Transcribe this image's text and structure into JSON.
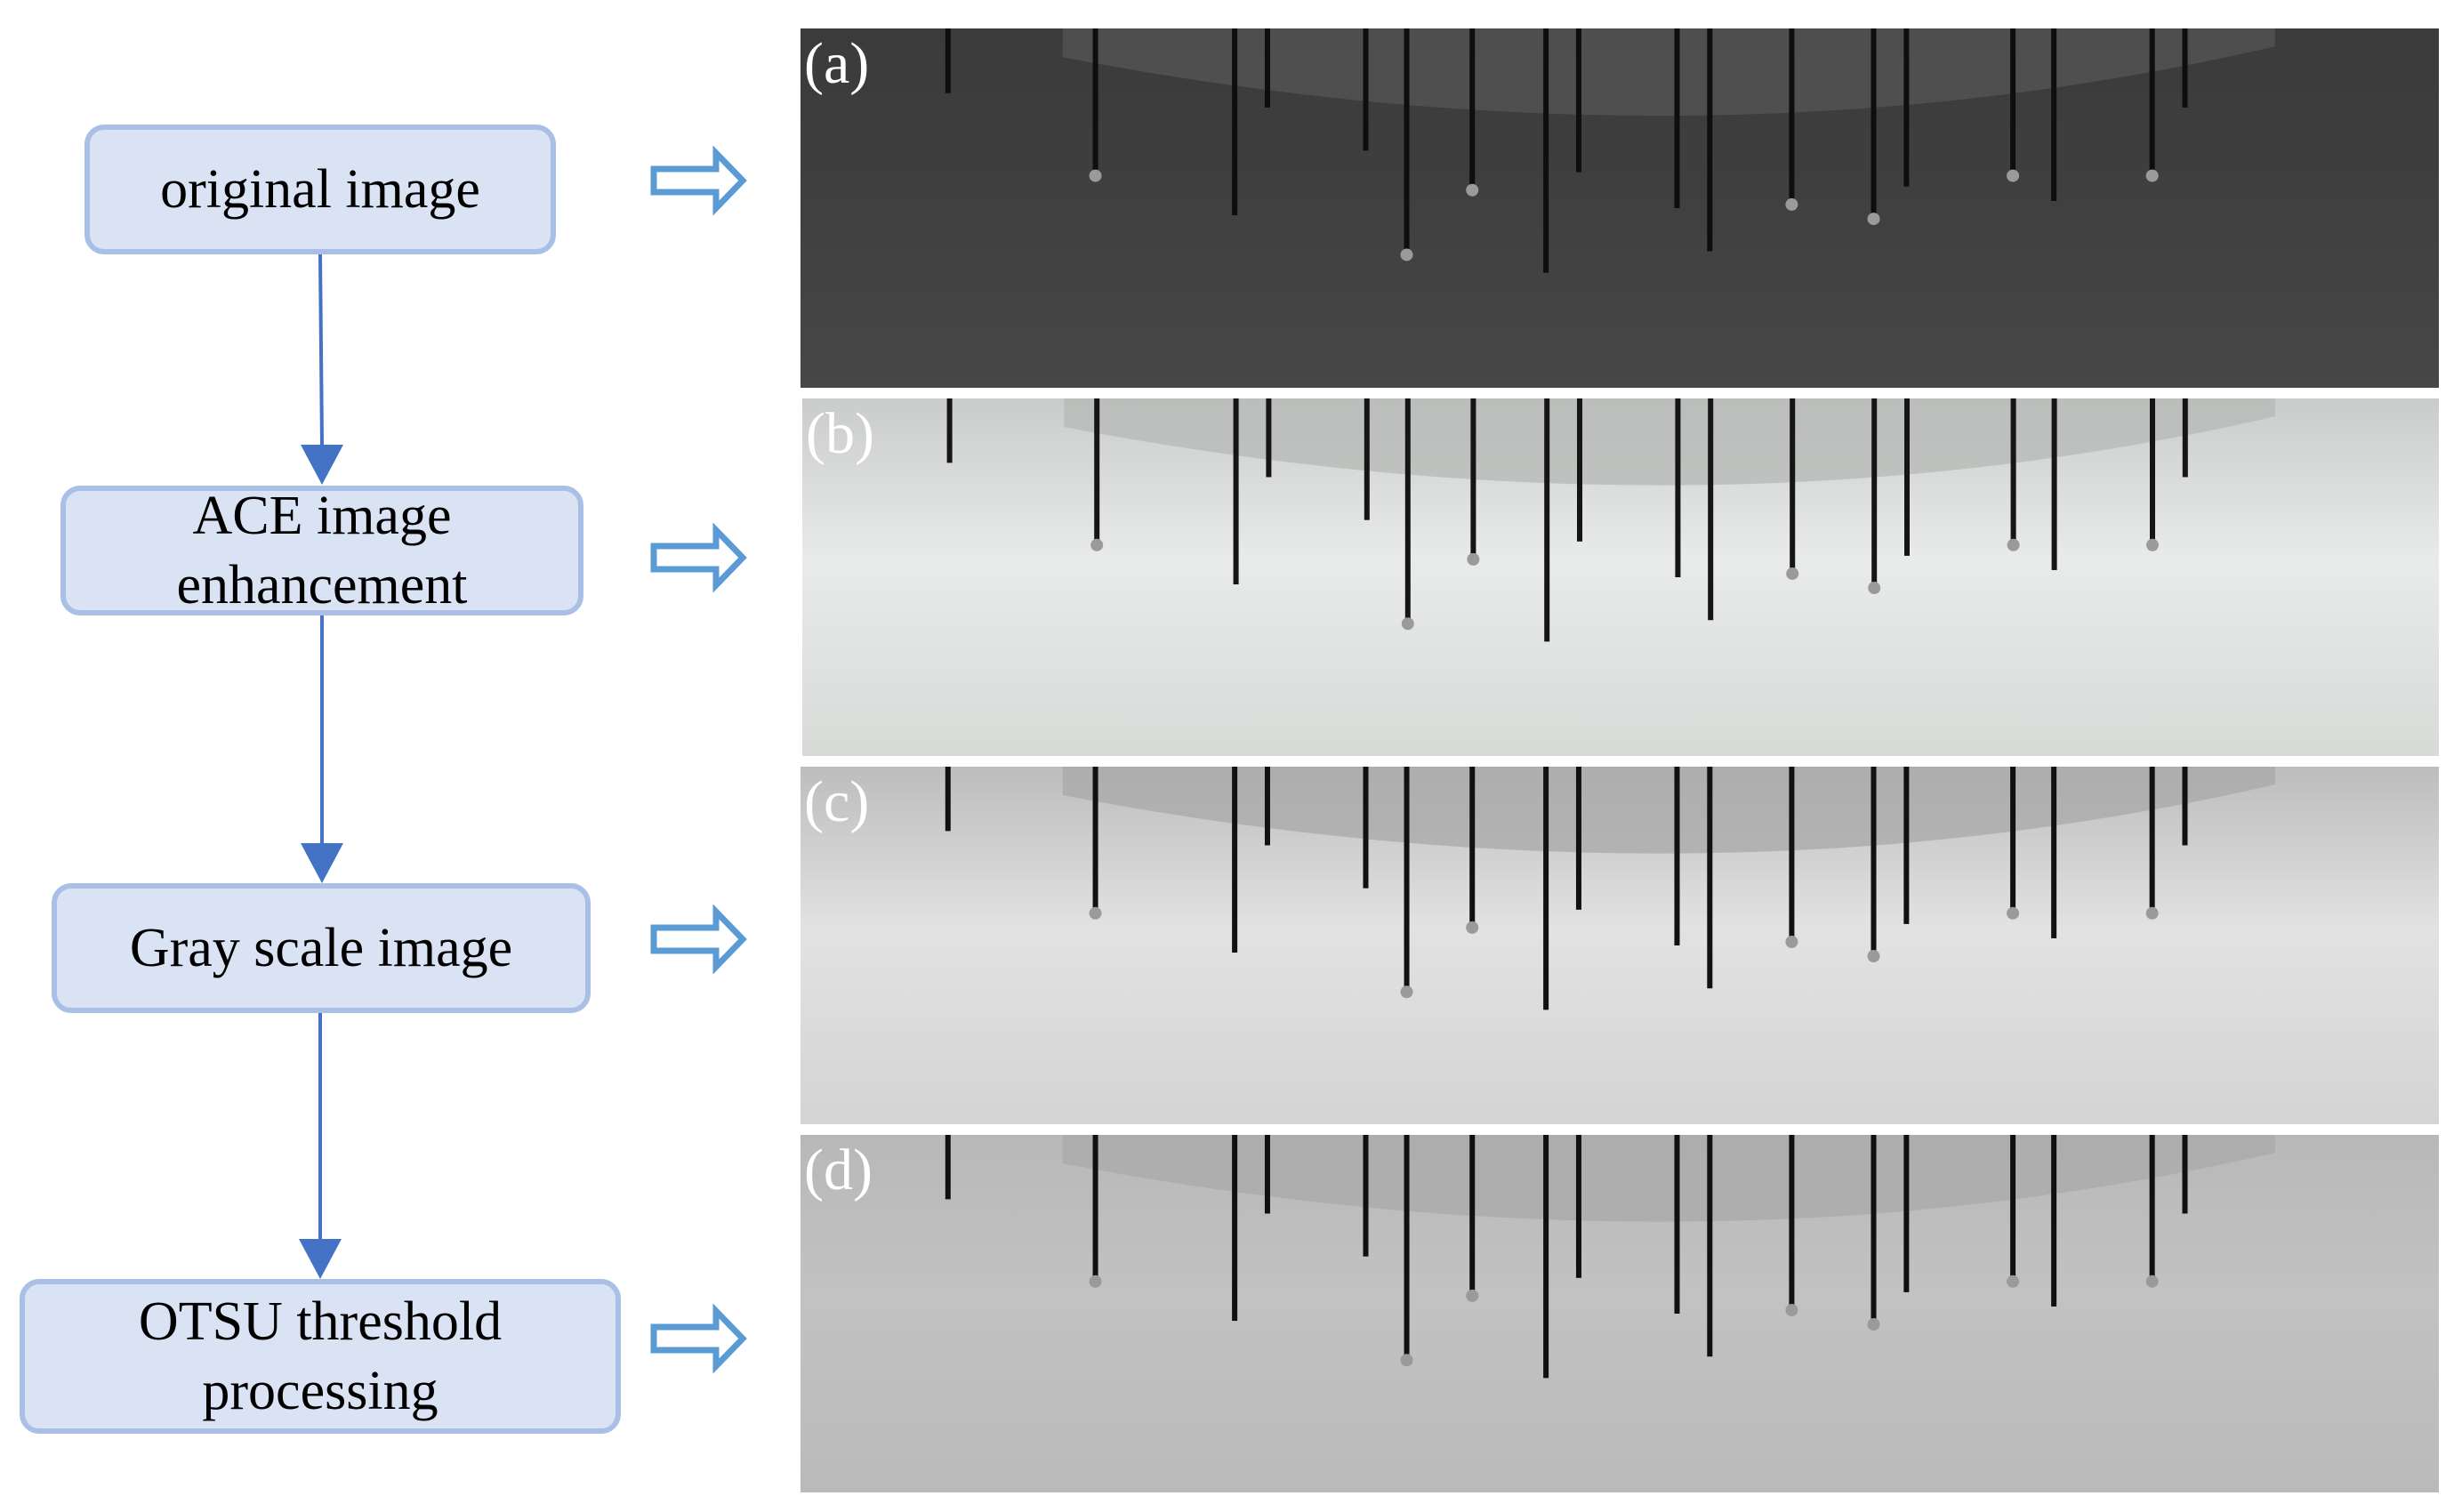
{
  "steps": [
    {
      "label": "original image"
    },
    {
      "label": "ACE image\nenhancement"
    },
    {
      "label": "Gray scale image"
    },
    {
      "label": "OTSU threshold\nprocessing"
    }
  ],
  "panels": [
    {
      "label": "(a)",
      "tone": "dark"
    },
    {
      "label": "(b)",
      "tone": "light"
    },
    {
      "label": "(c)",
      "tone": "gray"
    },
    {
      "label": "(d)",
      "tone": "threshold"
    }
  ],
  "colors": {
    "box_fill": "#dae3f3",
    "box_border": "#a9bfe5",
    "flow_arrow": "#4472c4",
    "hollow_arrow": "#5b9bd5"
  }
}
